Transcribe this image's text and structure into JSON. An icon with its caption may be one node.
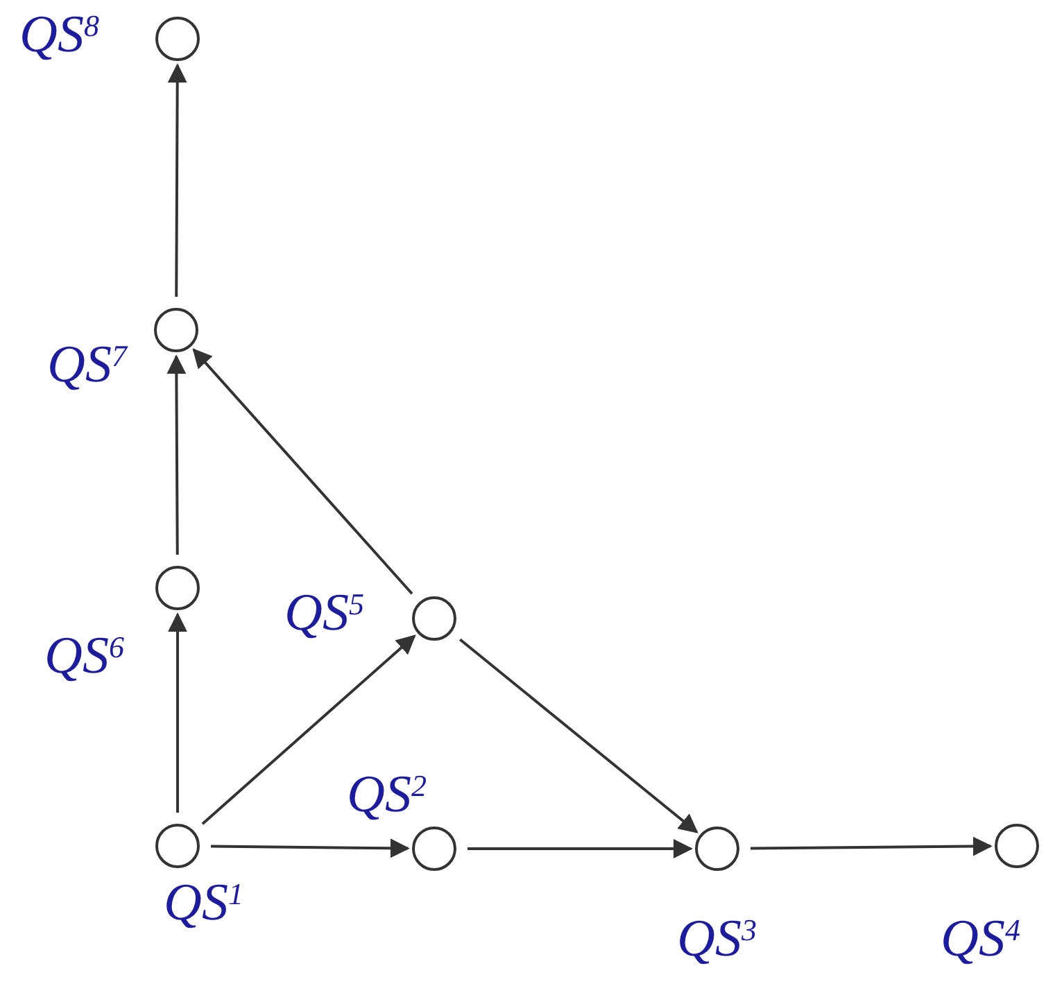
{
  "diagram": {
    "nodes": [
      {
        "text": [],
        "shape": "circle",
        "beside": [
          "QS$^{8}$"
        ]
      },
      {
        "text": [],
        "shape": "circle",
        "beside": [
          "QS$^{7}$"
        ]
      },
      {
        "text": [],
        "shape": "circle",
        "beside": [
          "QS$^{6}$"
        ]
      },
      {
        "text": [],
        "shape": "circle",
        "beside": [
          "QS$^{5}$"
        ]
      },
      {
        "text": [],
        "shape": "circle",
        "beside": [
          "QS$^{1}$"
        ]
      },
      {
        "text": [],
        "shape": "circle",
        "beside": [
          "QS$^{2}$"
        ]
      },
      {
        "text": [],
        "shape": "circle",
        "beside": [
          "QS$^{3}$"
        ]
      },
      {
        "text": [],
        "shape": "circle",
        "beside": [
          "QS$^{4}$"
        ]
      }
    ],
    "edges": [
      {
        "from": 4,
        "to": 2,
        "arrow": "to"
      },
      {
        "from": 2,
        "to": 1,
        "arrow": "to"
      },
      {
        "from": 1,
        "to": 0,
        "arrow": "to"
      },
      {
        "from": 4,
        "to": 3,
        "arrow": "to"
      },
      {
        "from": 4,
        "to": 5,
        "arrow": "to"
      },
      {
        "from": 3,
        "to": 1,
        "arrow": "to"
      },
      {
        "from": 3,
        "to": 6,
        "arrow": "to"
      },
      {
        "from": 5,
        "to": 6,
        "arrow": "to"
      },
      {
        "from": 6,
        "to": 7,
        "arrow": "to"
      }
    ]
  }
}
